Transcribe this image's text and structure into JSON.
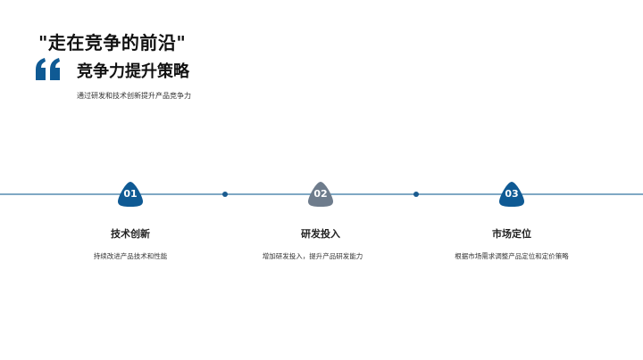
{
  "header": {
    "headline": "\"走在竞争的前沿\"",
    "quote_icon": "quote-open-icon",
    "subtitle": "竞争力提升策略",
    "description": "通过研发和技术创新提升产品竞争力"
  },
  "colors": {
    "accent": "#0f5a94",
    "muted_badge": "#6e7c8c",
    "line": "#7fa8c4"
  },
  "timeline": {
    "steps": [
      {
        "number": "01",
        "title": "技术创新",
        "description": "持续改进产品技术和性能"
      },
      {
        "number": "02",
        "title": "研发投入",
        "description": "增加研发投入，提升产品研发能力"
      },
      {
        "number": "03",
        "title": "市场定位",
        "description": "根据市场需求调整产品定位和定价策略"
      }
    ]
  }
}
